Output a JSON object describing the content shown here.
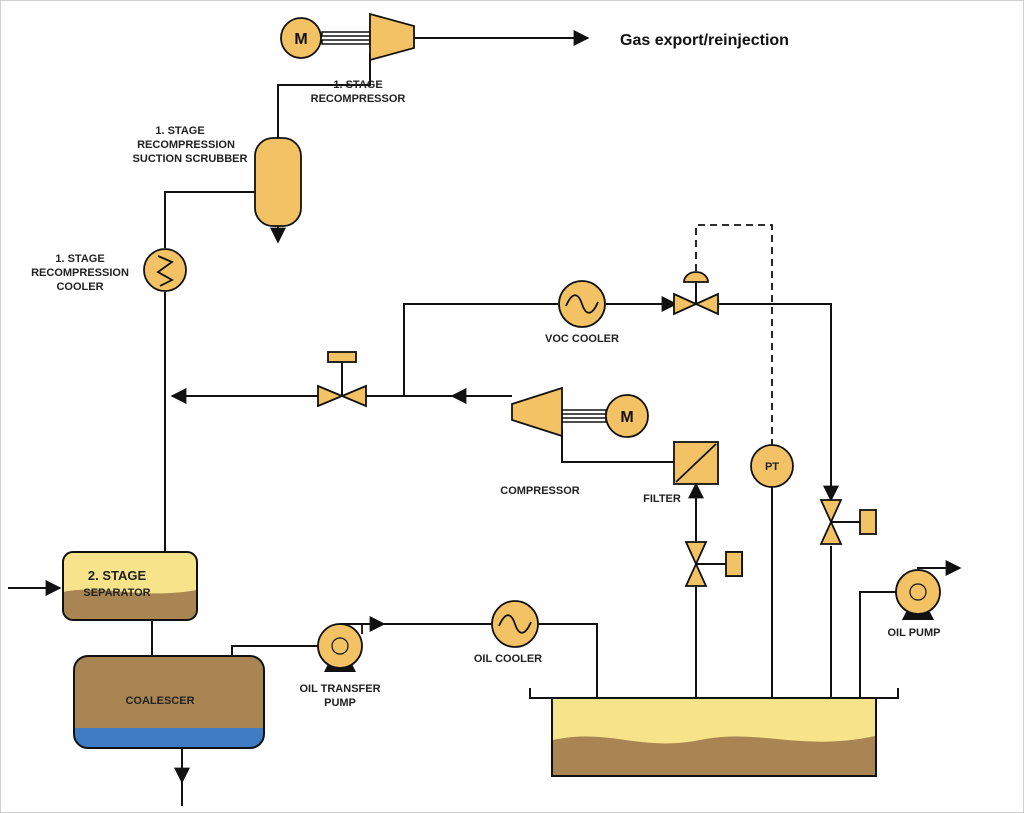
{
  "labels": {
    "gas_export": "Gas export/reinjection",
    "recompressor": [
      "1. STAGE",
      "RECOMPRESSOR"
    ],
    "scrubber": [
      "1. STAGE",
      "RECOMPRESSION",
      "SUCTION SCRUBBER"
    ],
    "recomp_cooler": [
      "1. STAGE",
      "RECOMPRESSION",
      "COOLER"
    ],
    "voc_cooler": "VOC COOLER",
    "compressor": "COMPRESSOR",
    "filter": "FILTER",
    "separator": [
      "2. STAGE",
      "SEPARATOR"
    ],
    "coalescer": "COALESCER",
    "oil_transfer_pump": [
      "OIL TRANSFER",
      "PUMP"
    ],
    "oil_cooler": "OIL COOLER",
    "oil_pump": "OIL PUMP",
    "motor_symbol": "M",
    "pt_symbol": "PT"
  },
  "colors": {
    "equipment_fill": "#f2c265",
    "gas_fill": "#f7e48a",
    "oil_fill": "#a98553",
    "water_fill": "#3f7cc4",
    "line": "#111111"
  }
}
